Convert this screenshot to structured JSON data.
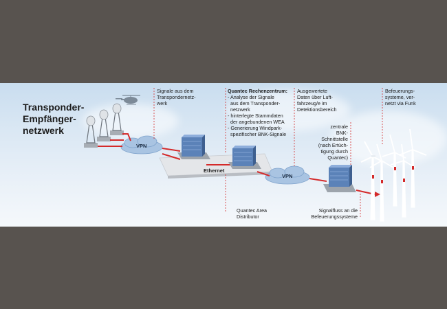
{
  "title": [
    "Transponder-",
    "Empfänger-",
    "netzwerk"
  ],
  "labels": {
    "signale": [
      "Signale aus dem",
      "Transpondernetz-",
      "werk"
    ],
    "rechenzentrum_title": "Quantec Rechenzentrum:",
    "rechenzentrum": [
      "- Analyse der Signale",
      "  aus dem Transponder-",
      "  netzwerk",
      "- hinterlegte Stammdaten",
      "  der angebundenen WEA",
      "- Generierung Windpark-",
      "  spezifischer BNK-Signale"
    ],
    "ausgewertete": [
      "Ausgewertete",
      "Daten über Luft-",
      "fahrzeug/e im",
      "Detektionsbereich"
    ],
    "befeuerung": [
      "Befeuerungs-",
      "systeme, ver-",
      "netzt via Funk"
    ],
    "zentrale": [
      "zentrale",
      "BNK-",
      "Schnittstelle",
      "(nach Ertüch-",
      "tigung durch",
      "Quantec)"
    ],
    "distributor": [
      "Quantec Area",
      "Distributor"
    ],
    "signalfluss": [
      "Signalfluss an die",
      "Befeuerungssysteme"
    ],
    "vpn1": "VPN",
    "vpn2": "VPN",
    "ethernet": "Ethernet"
  },
  "colors": {
    "signal": "#d42a2a",
    "server": "#5b82b8",
    "background": "#58534f"
  }
}
